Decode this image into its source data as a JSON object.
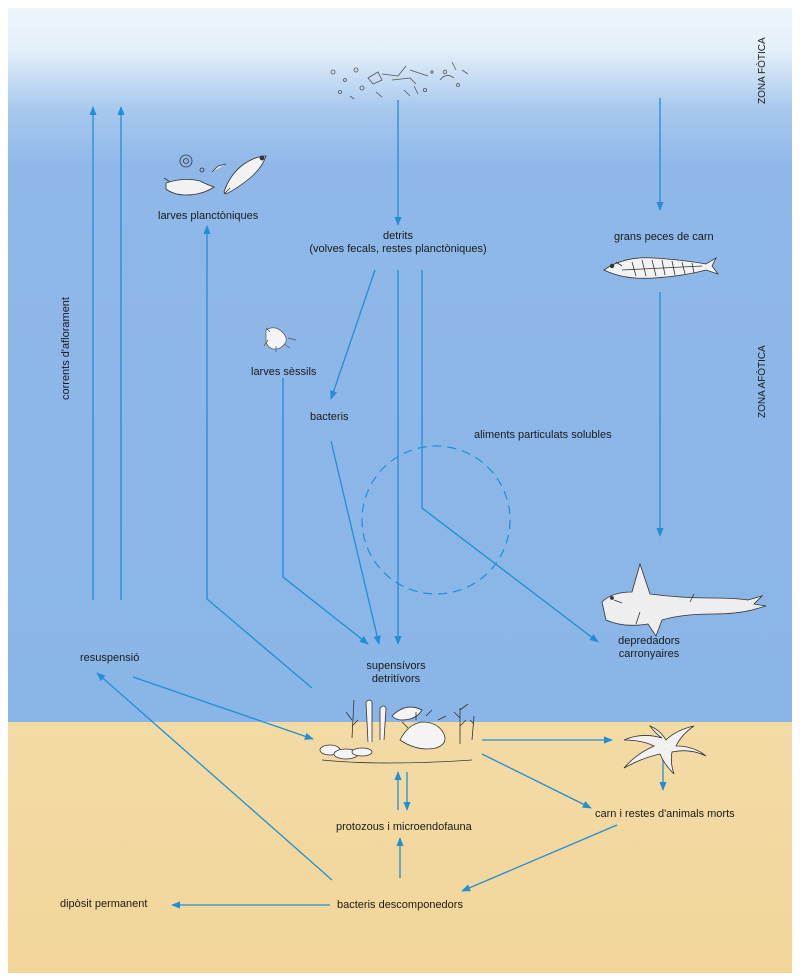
{
  "zones": {
    "photic": "ZONA FÒTICA",
    "aphotic": "ZONA AFÒTICA"
  },
  "labels": {
    "larvae_planktonic": "larves planctòniques",
    "detritus_line1": "detrits",
    "detritus_line2": "(volves fecals, restes planctòniques)",
    "big_fish": "grans peces de carn",
    "upwelling": "corrents d'aflorament",
    "sessile_larvae": "larves sèssils",
    "bacteria": "bacteris",
    "soluble_food": "aliments particulats solubles",
    "predators_line1": "depredadors",
    "predators_line2": "carronyaires",
    "resuspension": "resuspensió",
    "suspension_feeders_line1": "supensívors",
    "suspension_feeders_line2": "detritívors",
    "meat_remains": "carn i restes d'animals morts",
    "protozoa": "protozous i microendofauna",
    "permanent_deposit": "dipòsit permanent",
    "decomposers": "bacteris descomponedors"
  },
  "colors": {
    "sky_top": "#e9f3fb",
    "water": "#8cb7e8",
    "sediment": "#f0d49a",
    "arrow": "#1f8fd6",
    "ink": "#1a1a1a"
  },
  "icons": [
    "plankton-icon",
    "fish-larvae-icon",
    "fish-skeleton-icon",
    "shark-icon",
    "sessile-larva-icon",
    "benthic-fauna-icon",
    "starfish-icon"
  ]
}
